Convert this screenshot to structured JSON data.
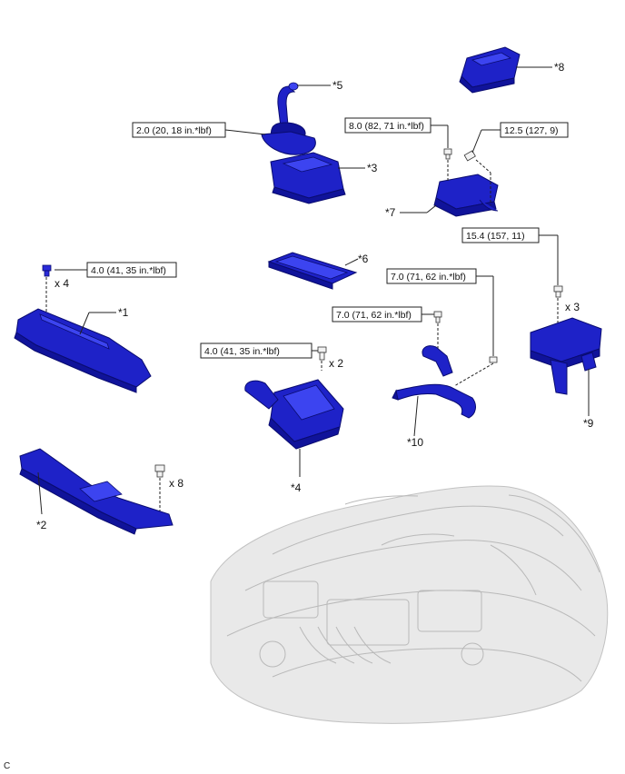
{
  "callouts": {
    "c1": "*1",
    "c2": "*2",
    "c3": "*3",
    "c4": "*4",
    "c5": "*5",
    "c6": "*6",
    "c7": "*7",
    "c8": "*8",
    "c9": "*9",
    "c10": "*10"
  },
  "torque_specs": {
    "s_2_0": "2.0 (20, 18 in.*lbf)",
    "s_8_0": "8.0 (82, 71 in.*lbf)",
    "s_12_5": "12.5 (127, 9)",
    "s_15_4": "15.4 (157, 11)",
    "s_4_0_a": "4.0 (41, 35 in.*lbf)",
    "s_4_0_b": "4.0 (41, 35 in.*lbf)",
    "s_7_0_a": "7.0 (71, 62 in.*lbf)",
    "s_7_0_b": "7.0 (71, 62 in.*lbf)"
  },
  "quantities": {
    "q4": "x 4",
    "q2": "x 2",
    "q8": "x 8",
    "q3": "x 3"
  },
  "corner_code": "C",
  "colors": {
    "part_blue": "#1e22c8",
    "engine_gray": "#b9b9b9"
  }
}
